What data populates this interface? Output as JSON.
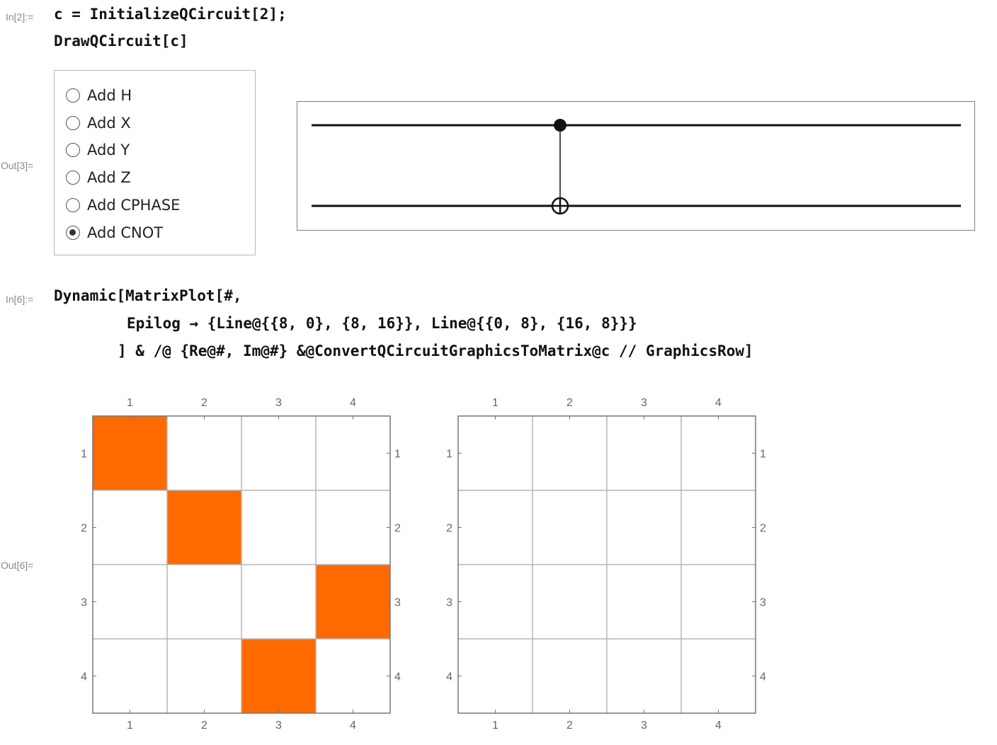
{
  "cells": {
    "in2": {
      "label": "In[2]:=",
      "line1": "c = InitializeQCircuit[2];",
      "line2": "DrawQCircuit[c]"
    },
    "out3": {
      "label": "Out[3]="
    },
    "in6": {
      "label": "In[6]:=",
      "line1": "Dynamic[MatrixPlot[#,",
      "line2": "Epilog → {Line@{{8, 0}, {8, 16}}, Line@{{0, 8}, {16, 8}}}",
      "line3": "] & /@ {Re@#, Im@#} &@ConvertQCircuitGraphicsToMatrix@c // GraphicsRow]"
    },
    "out6": {
      "label": "Out[6]="
    }
  },
  "radio_options": [
    {
      "label": "Add H",
      "checked": false
    },
    {
      "label": "Add X",
      "checked": false
    },
    {
      "label": "Add Y",
      "checked": false
    },
    {
      "label": "Add Z",
      "checked": false
    },
    {
      "label": "Add CPHASE",
      "checked": false
    },
    {
      "label": "Add CNOT",
      "checked": true
    }
  ],
  "circuit": {
    "qubits": 2,
    "gates": [
      {
        "type": "CNOT",
        "control": 0,
        "target": 1
      }
    ]
  },
  "colors": {
    "filled_cell": "#ff6a00",
    "grid": "#b5b5b5",
    "frame": "#7d7d7d",
    "label_gray": "#8a8a8a"
  },
  "chart_data": [
    {
      "type": "heatmap",
      "title": "",
      "rows": [
        "1",
        "2",
        "3",
        "4"
      ],
      "cols": [
        "1",
        "2",
        "3",
        "4"
      ],
      "values": [
        [
          1,
          0,
          0,
          0
        ],
        [
          0,
          1,
          0,
          0
        ],
        [
          0,
          0,
          0,
          1
        ],
        [
          0,
          0,
          1,
          0
        ]
      ]
    },
    {
      "type": "heatmap",
      "title": "",
      "rows": [
        "1",
        "2",
        "3",
        "4"
      ],
      "cols": [
        "1",
        "2",
        "3",
        "4"
      ],
      "values": [
        [
          0,
          0,
          0,
          0
        ],
        [
          0,
          0,
          0,
          0
        ],
        [
          0,
          0,
          0,
          0
        ],
        [
          0,
          0,
          0,
          0
        ]
      ]
    }
  ]
}
